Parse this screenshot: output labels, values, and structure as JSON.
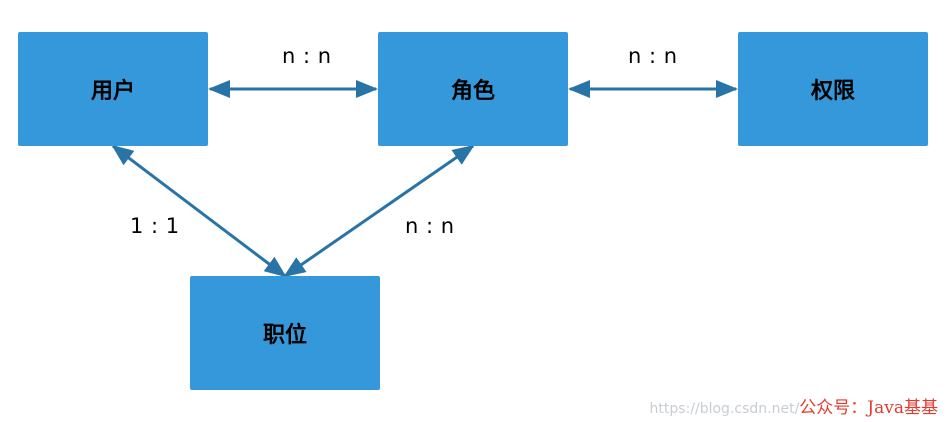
{
  "nodes": {
    "user": "用户",
    "role": "角色",
    "permission": "权限",
    "post": "职位"
  },
  "relations": {
    "user_role": "n : n",
    "role_permission": "n : n",
    "user_post": "1 : 1",
    "role_post": "n : n"
  },
  "watermark": {
    "url": "https://blog.csdn.net/",
    "brand": "公众号：Java基基"
  },
  "colors": {
    "node_fill": "#3498db",
    "edge": "#2874a6",
    "watermark_brand": "#e33b2e"
  }
}
